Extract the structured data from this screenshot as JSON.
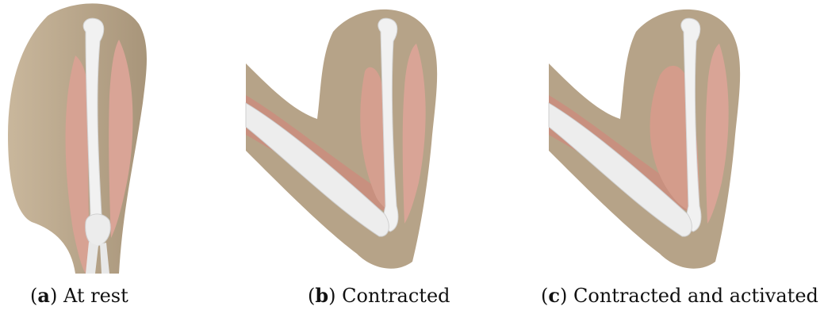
{
  "figure": {
    "panels": [
      {
        "label": "a",
        "caption": "At rest"
      },
      {
        "label": "b",
        "caption": "Contracted"
      },
      {
        "label": "c",
        "caption": "Contracted and activated"
      }
    ]
  },
  "colors": {
    "skin": "#b8a58a",
    "skin_shadow": "#9c8a70",
    "muscle": "#d9a496",
    "muscle_dark": "#b77c6c",
    "bone": "#f1f1f1",
    "bone_shadow": "#cfcfcf"
  }
}
